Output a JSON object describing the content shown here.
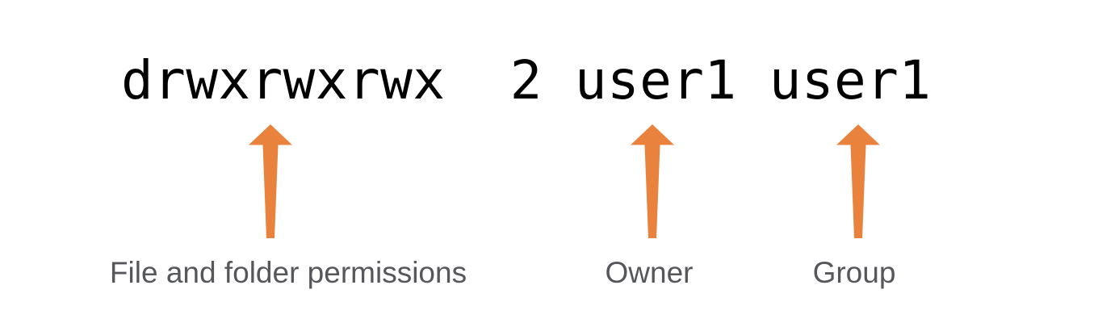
{
  "figure": {
    "command_line": "drwxrwxrwx  2 user1 user1",
    "callouts": [
      {
        "id": "permissions",
        "label": "File and folder permissions"
      },
      {
        "id": "owner",
        "label": "Owner"
      },
      {
        "id": "group",
        "label": "Group"
      }
    ]
  },
  "icons": {
    "callout_arrow": "up-arrow-icon"
  },
  "colors": {
    "arrow": "#E8823D",
    "command_text": "#000000",
    "label_text": "#56575B",
    "background": "#FFFFFF"
  }
}
